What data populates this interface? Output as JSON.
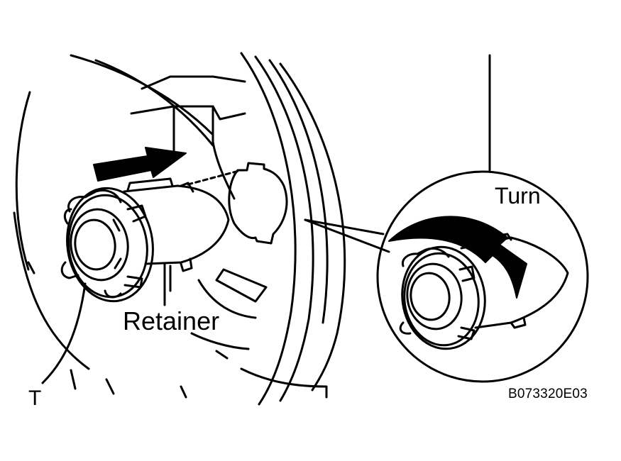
{
  "labels": {
    "retainer": "Retainer",
    "turn": "Turn",
    "corner_mark": "T",
    "figure_code": "B073320E03"
  },
  "colors": {
    "line": "#000000",
    "background": "#ffffff",
    "arrow_fill": "#000000"
  },
  "icons": {
    "insert_arrow": "right-arrow-icon",
    "rotation_arrow": "clockwise-arrow-icon"
  }
}
